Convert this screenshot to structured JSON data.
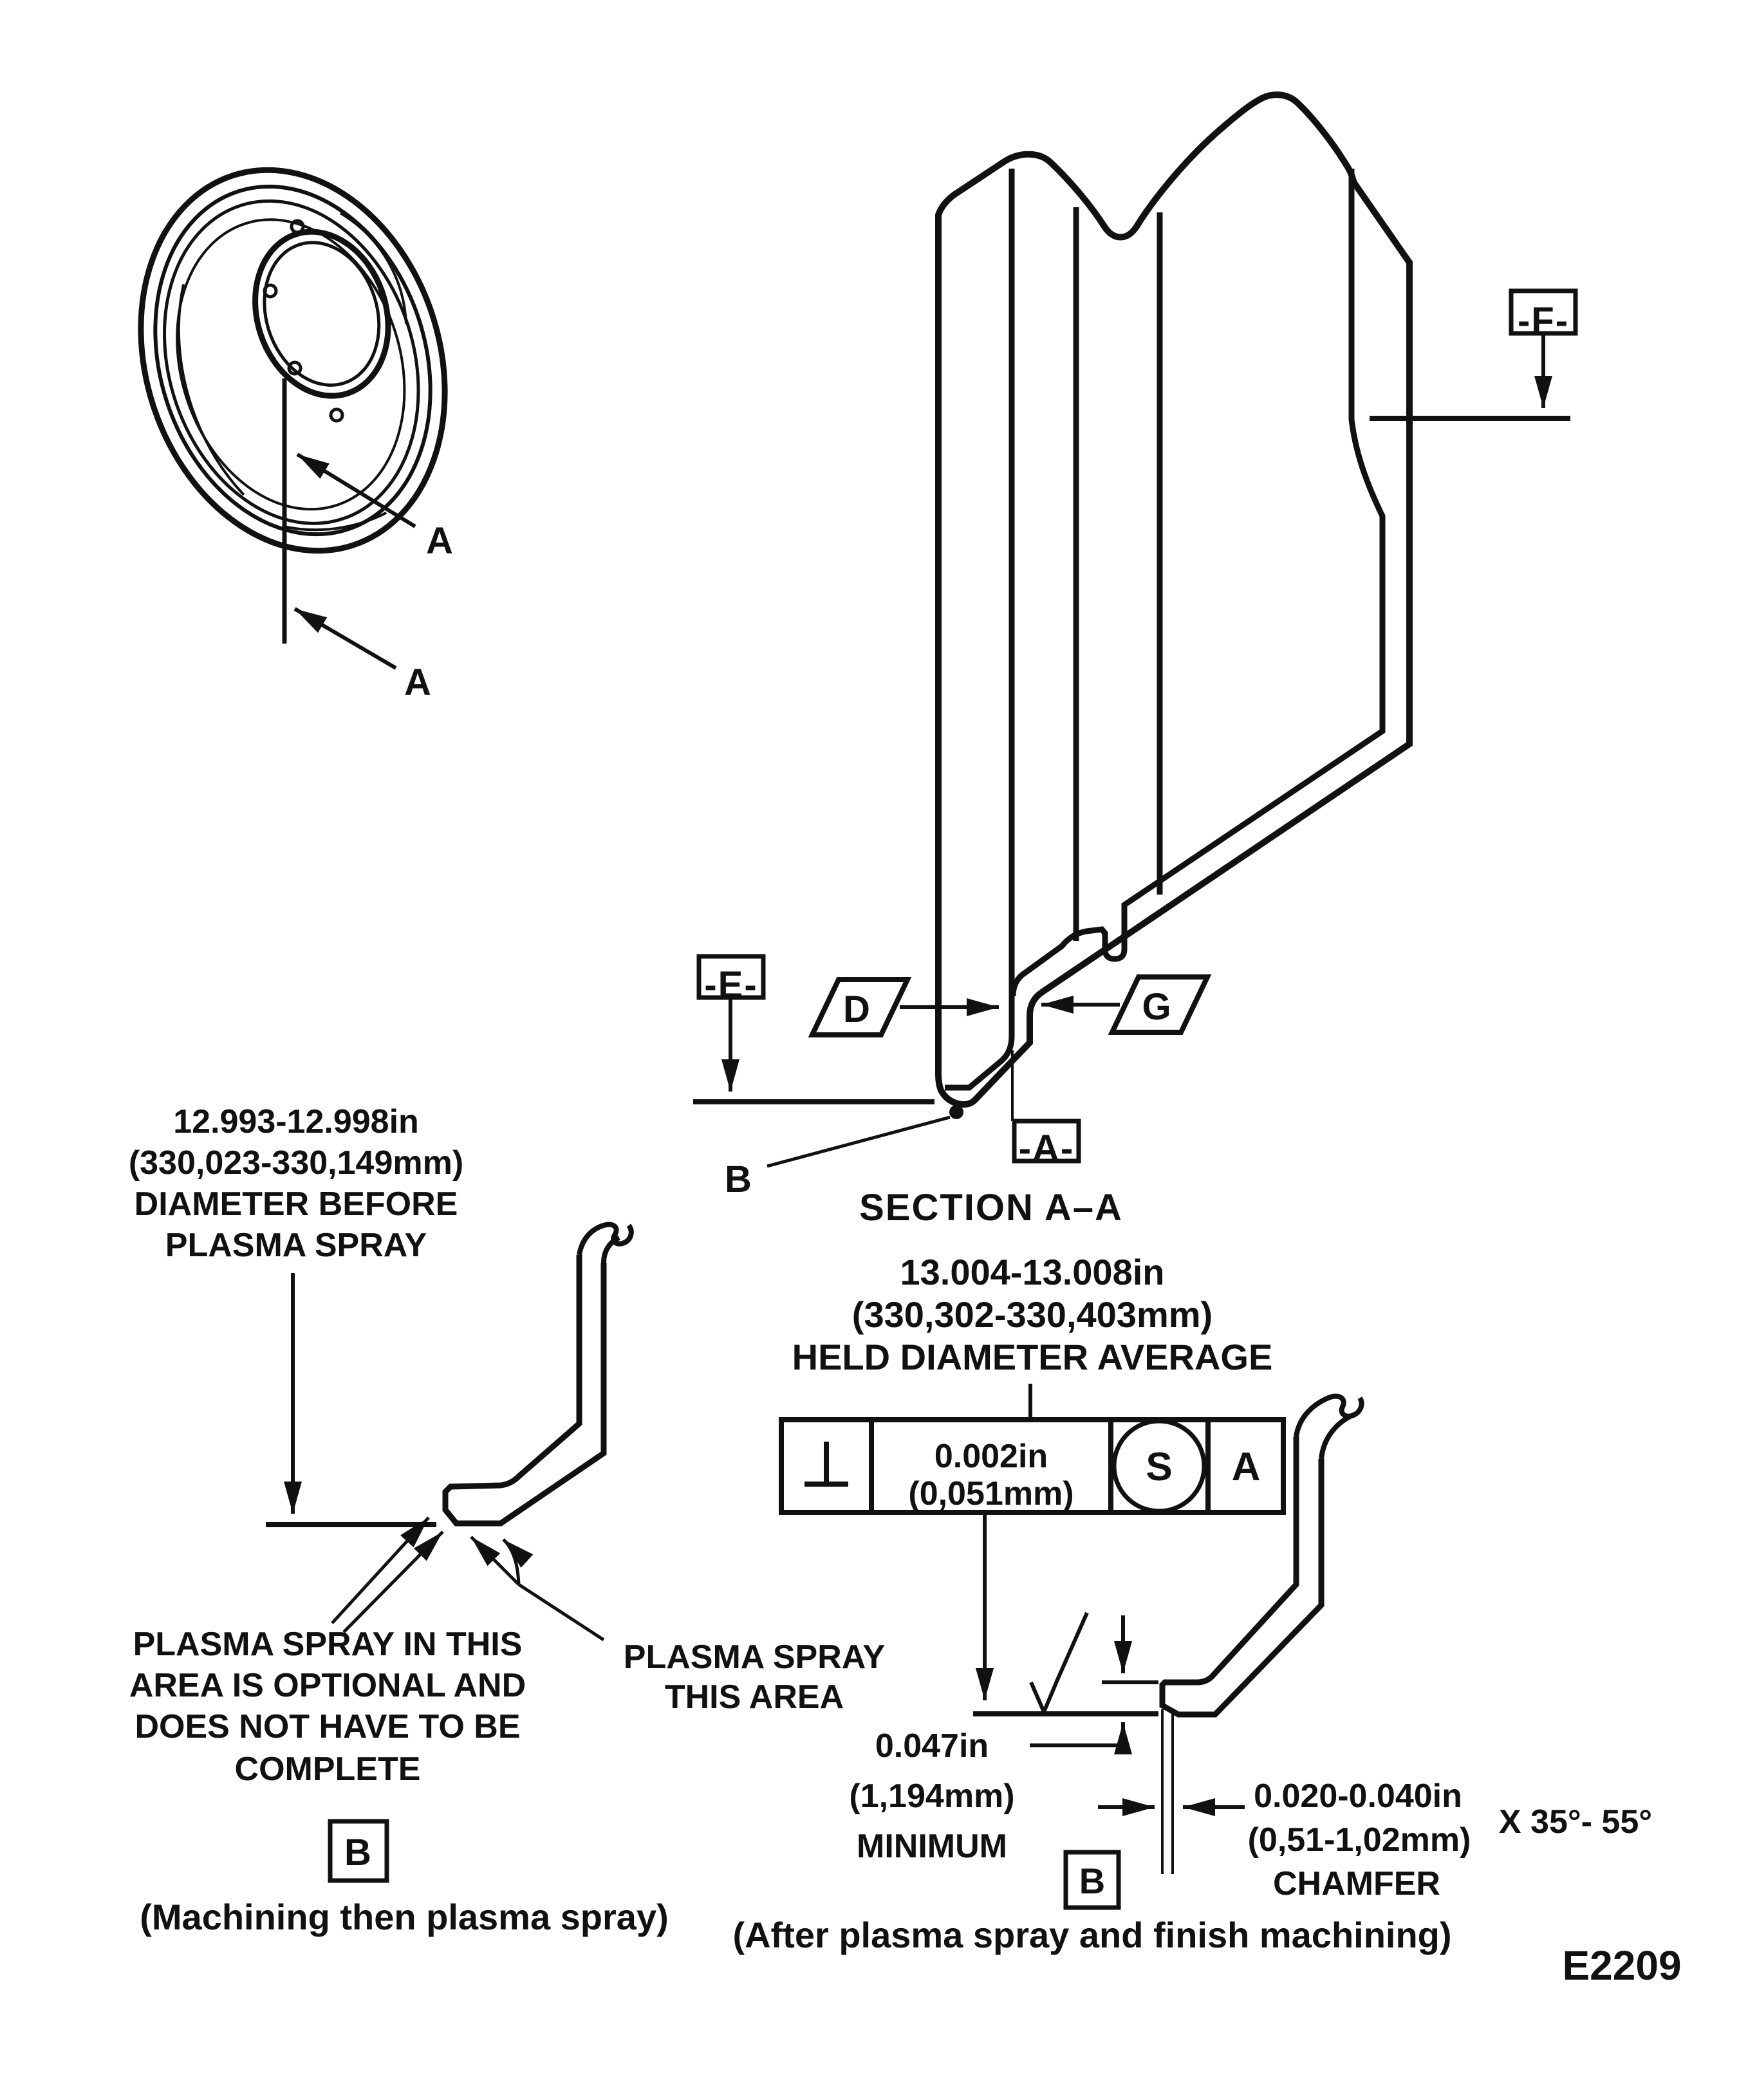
{
  "pictorial": {
    "label_a_upper": "A",
    "label_a_lower": "A"
  },
  "section": {
    "title": "SECTION A–A",
    "datum_f": "-F-",
    "datum_e": "-E-",
    "datum_a": "-A-",
    "flag_d": "D",
    "flag_g": "G",
    "point_b": "B"
  },
  "dim_before": {
    "line1": "12.993-12.998in",
    "line2": "(330,023-330,149mm)",
    "line3": "DIAMETER BEFORE",
    "line4": "PLASMA SPRAY"
  },
  "dim_held": {
    "line1": "13.004-13.008in",
    "line2": "(330,302-330,403mm)",
    "line3": "HELD DIAMETER AVERAGE"
  },
  "fcf": {
    "symbol_icon": "perpendicularity-icon",
    "value_line1": "0.002in",
    "value_line2": "(0,051mm)",
    "modifier": "S",
    "datum": "A"
  },
  "note_optional": {
    "line1": "PLASMA SPRAY IN THIS",
    "line2": "AREA IS OPTIONAL AND",
    "line3": "DOES NOT HAVE TO BE",
    "line4": "COMPLETE"
  },
  "note_spray": {
    "line1": "PLASMA SPRAY",
    "line2": "THIS AREA"
  },
  "dim_min": {
    "line1": "0.047in",
    "line2": "(1,194mm)",
    "line3": "MINIMUM"
  },
  "dim_chamfer": {
    "line1": "0.020-0.040in",
    "line2": "(0,51-1,02mm)",
    "angle": "X 35°- 55°",
    "line3": "CHAMFER"
  },
  "flag_b_left": "B",
  "flag_b_right": "B",
  "caption_left": "(Machining then plasma spray)",
  "caption_right": "(After plasma spray and finish machining)",
  "figure_code": "E2209",
  "colors": {
    "ink": "#111111",
    "paper": "#ffffff"
  }
}
